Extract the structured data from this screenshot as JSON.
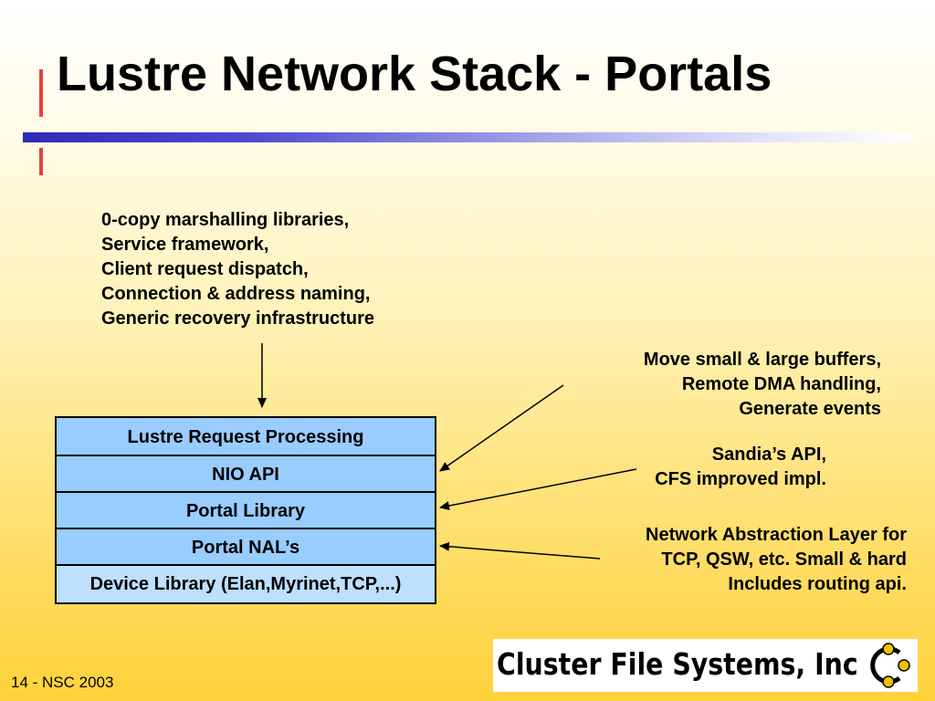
{
  "slide": {
    "title": "Lustre Network Stack - Portals",
    "footer": "14 - NSC 2003"
  },
  "top_note": {
    "lines": [
      "0-copy marshalling libraries,",
      "Service framework,",
      "Client request dispatch,",
      "Connection & address naming,",
      "Generic recovery infrastructure"
    ]
  },
  "stack": {
    "layers": [
      "Lustre Request Processing",
      "NIO API",
      "Portal Library",
      "Portal NAL’s",
      "Device Library (Elan,Myrinet,TCP,...)"
    ],
    "fill_color": "#99ccff"
  },
  "notes": {
    "move": [
      "Move small & large buffers,",
      "Remote DMA handling,",
      "Generate events"
    ],
    "sandia": [
      "Sandia’s API,",
      "CFS improved impl."
    ],
    "nal": [
      "Network Abstraction Layer for",
      "TCP, QSW, etc. Small & hard",
      "Includes routing api."
    ]
  },
  "logo": {
    "text": "Cluster File Systems, Inc",
    "mark_color": "#f2c000"
  },
  "colors": {
    "accent": "#e8413a",
    "rule": "#2b2bb8"
  }
}
